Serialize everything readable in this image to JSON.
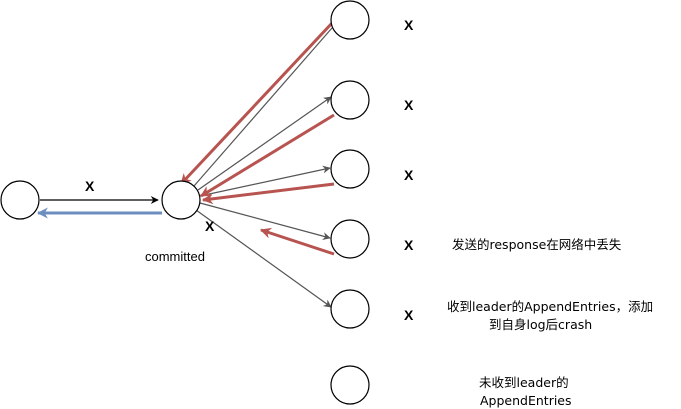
{
  "nodes": {
    "client": "",
    "leader": "",
    "follower1": "",
    "follower2": "",
    "follower3": "",
    "follower4": "",
    "follower5": "",
    "follower6": ""
  },
  "labels": {
    "request_x": "X",
    "leader_x": "X",
    "committed": "committed",
    "follower_x": [
      "X",
      "X",
      "X",
      "X",
      "X"
    ],
    "note_response_lost": "发送的response在网络中丢失",
    "note_crash_line1": "收到leader的AppendEntries，添加",
    "note_crash_line2": "到自身log后crash",
    "note_not_received_line1": "未收到leader的",
    "note_not_received_line2": "AppendEntries"
  },
  "colors": {
    "request_arrow": "#000000",
    "client_response_arrow": "#6c8ebf",
    "follower_response_arrow": "#b85450",
    "append_arrow": "#555555"
  }
}
